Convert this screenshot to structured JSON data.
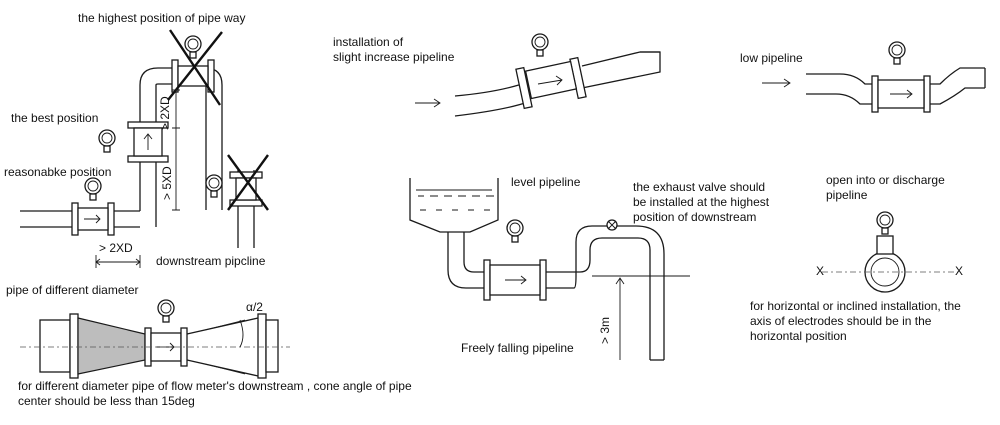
{
  "labels": {
    "highest_position": "the highest position of pipe way",
    "best_position": "the best position",
    "reasonable_position": "reasonabke position",
    "downstream_pipeline": "downstream pipcline",
    "slight_increase": "installation of\nslight increase pipeline",
    "low_pipeline": "low pipeline",
    "level_pipeline": "level pipeline",
    "exhaust_valve": "the exhaust valve should\nbe installed at the highest\nposition of downstream",
    "open_discharge": "open into or discharge\n pipeline",
    "freely_falling": "Freely falling pipeline",
    "electrode_axis": "for horizontal or inclined installation, the\naxis of electrodes should be in the\nhorizontal position",
    "diff_diameter": "pipe of different diameter",
    "cone_angle_note": "for different diameter pipe of flow meter's downstream , cone angle of pipe\ncenter should be less than 15deg"
  },
  "dimensions": {
    "two_xd_vertical": "> 2XD",
    "five_xd_vertical": "> 5XD",
    "two_xd_horizontal": "> 2XD",
    "three_m": "> 3m",
    "half_alpha": "α/2",
    "electrode_x_left": "X",
    "electrode_x_right": "X"
  }
}
